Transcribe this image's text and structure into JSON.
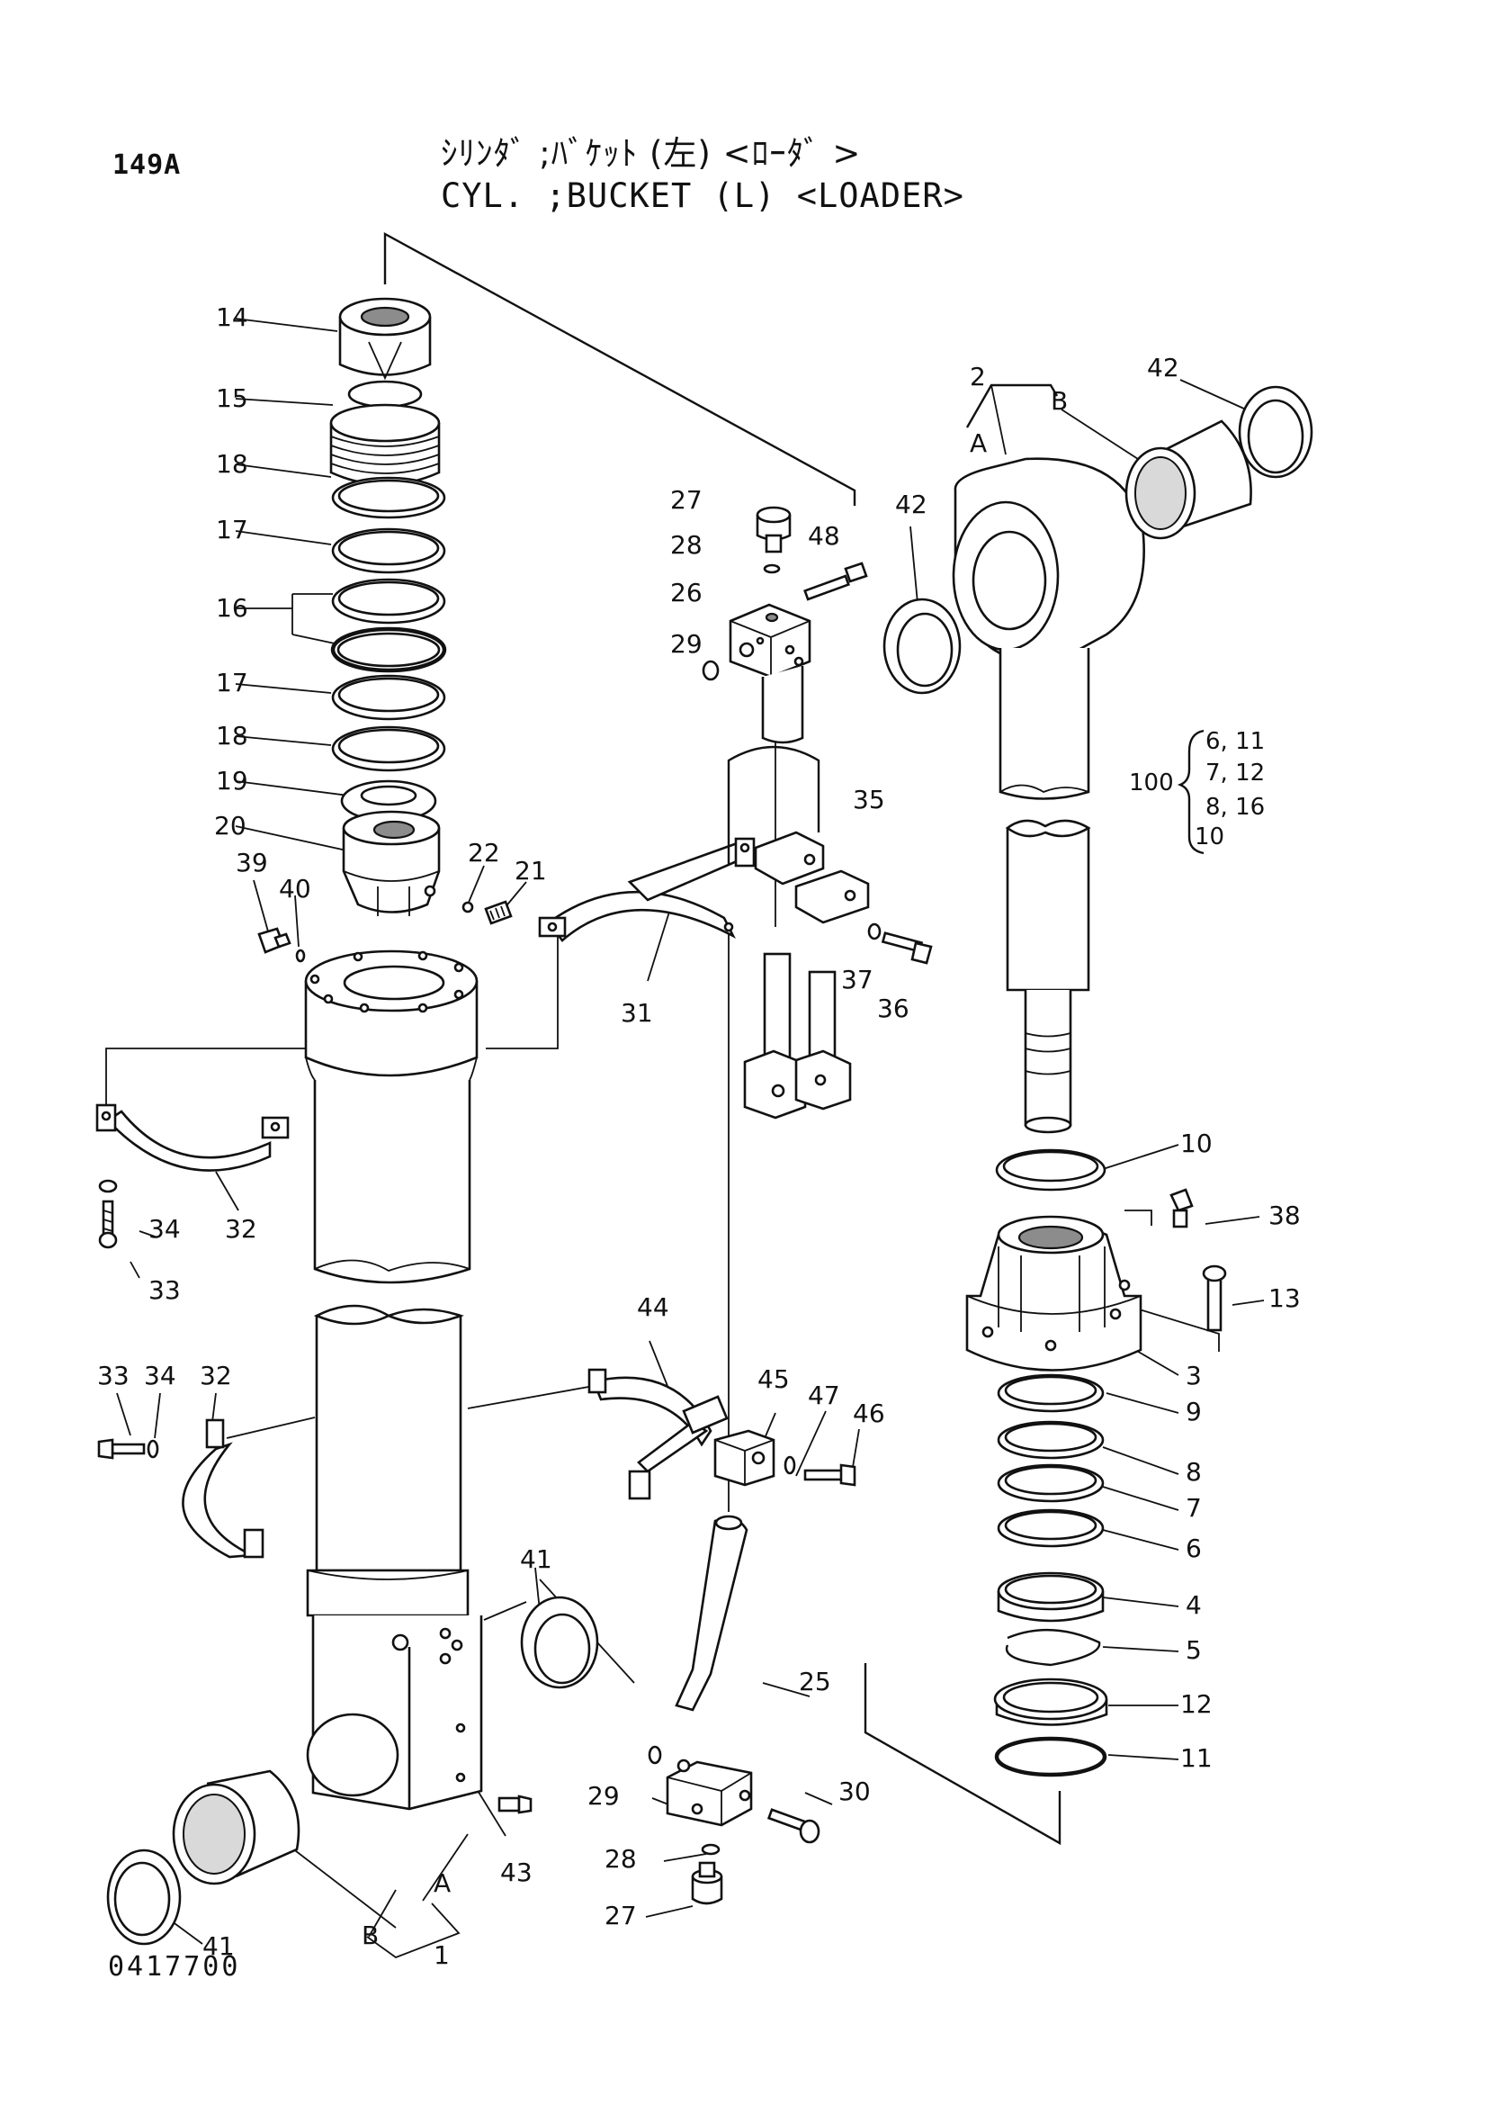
{
  "header": {
    "page_code": "149A",
    "title_jp": "ｼﾘﾝﾀﾞ ;ﾊﾞｹｯﾄ (左) <ﾛｰﾀﾞ >",
    "title_en": "CYL. ;BUCKET (L) <LOADER>"
  },
  "footer": {
    "drawing_no": "0417700"
  },
  "callouts": {
    "c14": "14",
    "c15": "15",
    "c18a": "18",
    "c17a": "17",
    "c16": "16",
    "c17b": "17",
    "c18b": "18",
    "c19": "19",
    "c20": "20",
    "c22": "22",
    "c21": "21",
    "c39": "39",
    "c40": "40",
    "c31": "31",
    "c32a": "32",
    "c34a": "34",
    "c33a": "33",
    "c33b": "33",
    "c34b": "34",
    "c32b": "32",
    "c44": "44",
    "c45": "45",
    "c47": "47",
    "c46": "46",
    "c41a": "41",
    "c41b": "41",
    "c43": "43",
    "cA1": "A",
    "cB1": "B",
    "c1": "1",
    "c25": "25",
    "c29b": "29",
    "c30": "30",
    "c28b": "28",
    "c27b": "27",
    "c27a": "27",
    "c28a": "28",
    "c48": "48",
    "c26": "26",
    "c29a": "29",
    "c35": "35",
    "c37": "37",
    "c36": "36",
    "c2": "2",
    "cA2": "A",
    "cB2": "B",
    "c42a": "42",
    "c42b": "42",
    "c10": "10",
    "c38": "38",
    "c13": "13",
    "c3": "3",
    "c9": "9",
    "c8": "8",
    "c7": "7",
    "c6": "6",
    "c4": "4",
    "c5": "5",
    "c12": "12",
    "c11": "11"
  },
  "kit_note": {
    "number": "100",
    "line1": "6, 11",
    "line2": "7, 12",
    "line3": "8, 16",
    "line4": "10"
  }
}
